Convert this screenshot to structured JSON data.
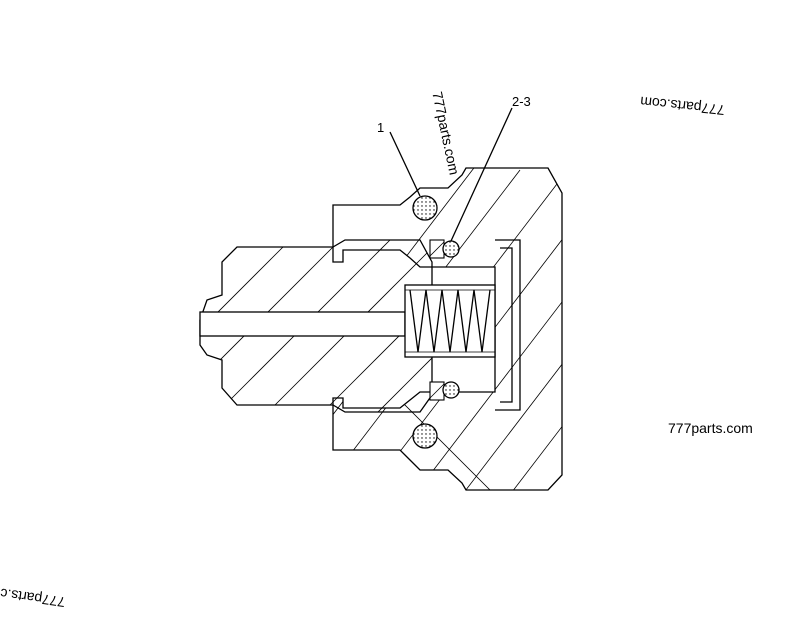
{
  "callouts": [
    {
      "label": "1"
    },
    {
      "label": "2-3"
    }
  ],
  "watermarks": {
    "main": "777parts.com",
    "rotated_top": "777parts.com",
    "upside_down_right": "777parts.com",
    "upside_down_bottom_left": "777parts.c"
  },
  "colors": {
    "line": "#000000",
    "background": "#ffffff",
    "oring_fill": "#cfe8cf"
  }
}
